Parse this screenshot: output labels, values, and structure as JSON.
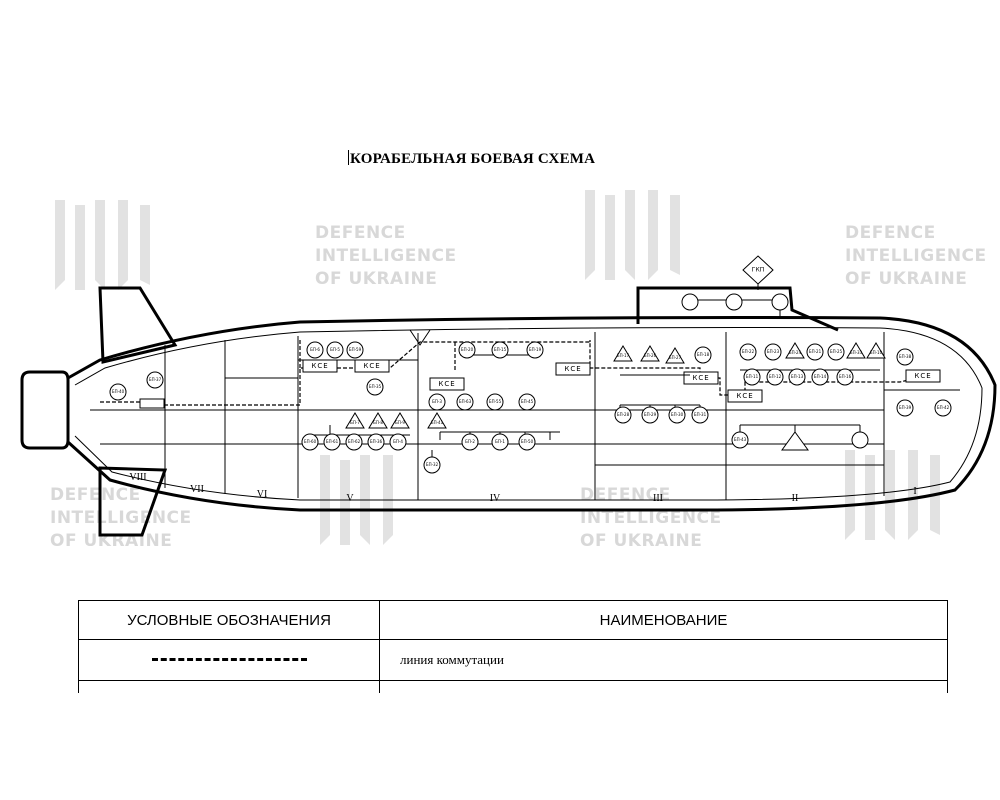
{
  "title": "КОРАБЕЛЬНАЯ БОЕВАЯ СХЕМА",
  "watermark": {
    "lines": [
      "DEFENCE",
      "INTELLIGENCE",
      "OF UKRAINE"
    ]
  },
  "diagram": {
    "compartments": [
      "VIII",
      "VII",
      "VI",
      "V",
      "IV",
      "III",
      "II",
      "I"
    ],
    "kce_label": "КСЕ",
    "kce_count": 7,
    "gkp_label": "ГКП",
    "nodes": [
      "БП-40",
      "БП-37",
      "БП-5",
      "БП-59",
      "БП-6",
      "БП-35",
      "БП-60",
      "БП-61",
      "БП-62",
      "БП-36",
      "БП-4",
      "БП-7",
      "БП-8",
      "БП-9",
      "БП-3",
      "БП-63",
      "БП-55",
      "БП-45",
      "БП-41",
      "БП-20",
      "БП-15",
      "БП-19",
      "БП-2",
      "БП-1",
      "БП-50",
      "БП-17",
      "БП-26",
      "БП-27",
      "БП-18",
      "БП-28",
      "БП-29",
      "БП-30",
      "БП-31",
      "БП-32",
      "БП-22",
      "БП-23",
      "БП-24",
      "БП-21",
      "БП-25",
      "БП-33",
      "БП-10",
      "БП-11",
      "БП-12",
      "БП-13",
      "БП-14",
      "БП-16",
      "БП-38",
      "БП-39",
      "БП-42",
      "БП-43"
    ]
  },
  "legend": {
    "header_symbols": "УСЛОВНЫЕ ОБОЗНАЧЕНИЯ",
    "header_names": "НАИМЕНОВАНИЕ",
    "rows": [
      {
        "symbol": "dashed-line",
        "name": "линия коммутации"
      }
    ]
  }
}
